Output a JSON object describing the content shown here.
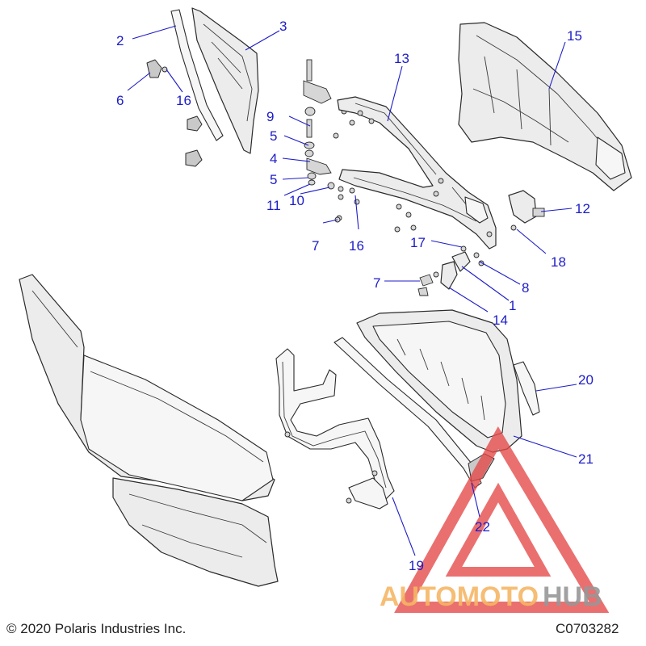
{
  "diagram": {
    "callouts": [
      "1",
      "2",
      "3",
      "4",
      "5",
      "5",
      "6",
      "7",
      "7",
      "8",
      "9",
      "10",
      "11",
      "12",
      "13",
      "14",
      "15",
      "16",
      "16",
      "17",
      "18",
      "19",
      "20",
      "21",
      "22"
    ]
  },
  "footer": {
    "copyright": "© 2020 Polaris Industries Inc.",
    "code": "C0703282"
  },
  "watermark": {
    "part1": "AUTOMOTO",
    "part2": "HUB",
    "colors": {
      "orange": "#f2a23a",
      "gray": "#7a7a7a",
      "triangle": "#e54848"
    }
  },
  "colors": {
    "callout": "#1c1cc8",
    "line": "#2a2a2a"
  }
}
